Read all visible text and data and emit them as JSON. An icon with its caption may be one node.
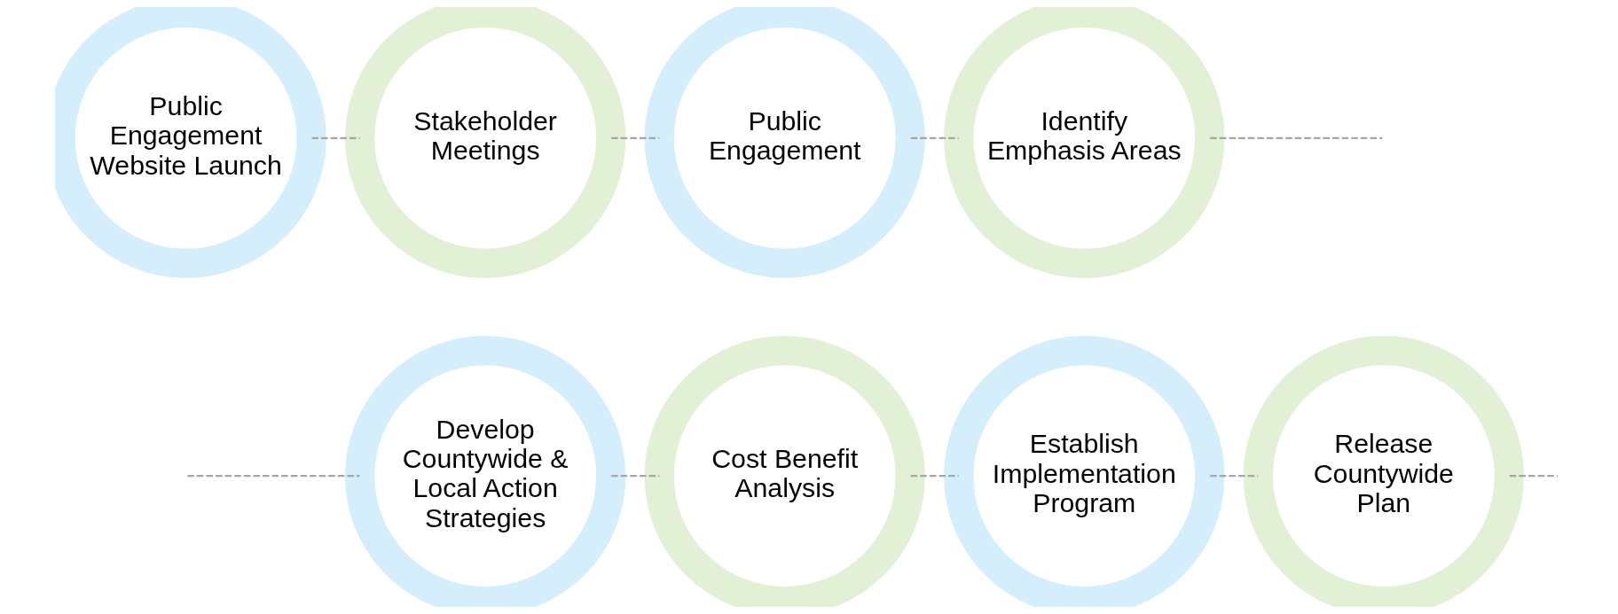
{
  "diagram": {
    "nodes": [
      {
        "text": [
          "Public Engagement Website Launch"
        ]
      },
      {
        "text": [
          "Stakeholder Meetings"
        ]
      },
      {
        "text": [
          "Public Engagement"
        ]
      },
      {
        "text": [
          "Identify Emphasis Areas"
        ]
      },
      {
        "text": [
          "Develop Countywide & Local Action Strategies"
        ]
      },
      {
        "text": [
          "Cost Benefit Analysis"
        ]
      },
      {
        "text": [
          "Establish Implementation Program"
        ]
      },
      {
        "text": [
          "Release Countywide Plan"
        ]
      }
    ],
    "edges": [
      {
        "from": 0,
        "to": 1,
        "arrow": "none",
        "style": "dashed"
      },
      {
        "from": 1,
        "to": 2,
        "arrow": "none",
        "style": "dashed"
      },
      {
        "from": 2,
        "to": 3,
        "arrow": "none",
        "style": "dashed"
      },
      {
        "from": 3,
        "to": null,
        "arrow": "none",
        "style": "dashed"
      },
      {
        "from": null,
        "to": 4,
        "arrow": "none",
        "style": "dashed"
      },
      {
        "from": 4,
        "to": 5,
        "arrow": "none",
        "style": "dashed"
      },
      {
        "from": 5,
        "to": 6,
        "arrow": "none",
        "style": "dashed"
      },
      {
        "from": 6,
        "to": 7,
        "arrow": "none",
        "style": "dashed"
      },
      {
        "from": 7,
        "to": null,
        "arrow": "none",
        "style": "dashed"
      }
    ]
  }
}
